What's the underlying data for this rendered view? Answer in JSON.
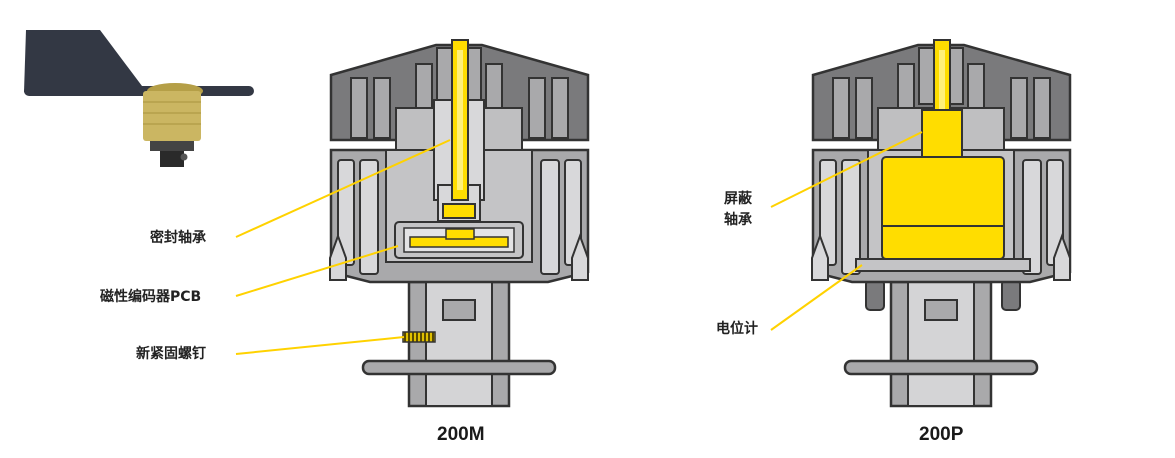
{
  "labels": {
    "sealed_bearing": "密封轴承",
    "magnetic_encoder_pcb": "磁性编码器PCB",
    "set_screw": "新紧固螺钉",
    "shielded_bearing_line1": "屏蔽",
    "shielded_bearing_line2": "轴承",
    "potentiometer": "电位计"
  },
  "captions": {
    "left_model": "200M",
    "right_model": "200P"
  },
  "colors": {
    "housing_gray": "#a9a9ab",
    "housing_outline": "#333333",
    "cap_dark": "#777777",
    "accent_yellow": "#ffdd00",
    "vane_dark": "#333844",
    "vane_body": "#c9b560",
    "leader_line": "#ffd200"
  }
}
